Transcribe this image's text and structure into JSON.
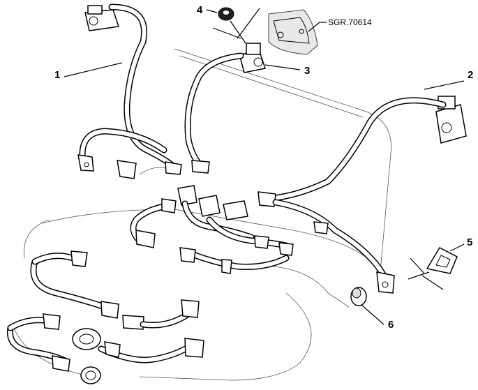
{
  "diagram": {
    "reference_code": "SGR.70614",
    "callouts": [
      {
        "id": "1",
        "label": "1"
      },
      {
        "id": "2",
        "label": "2"
      },
      {
        "id": "3",
        "label": "3"
      },
      {
        "id": "4",
        "label": "4"
      },
      {
        "id": "5",
        "label": "5"
      },
      {
        "id": "6",
        "label": "6"
      }
    ]
  }
}
